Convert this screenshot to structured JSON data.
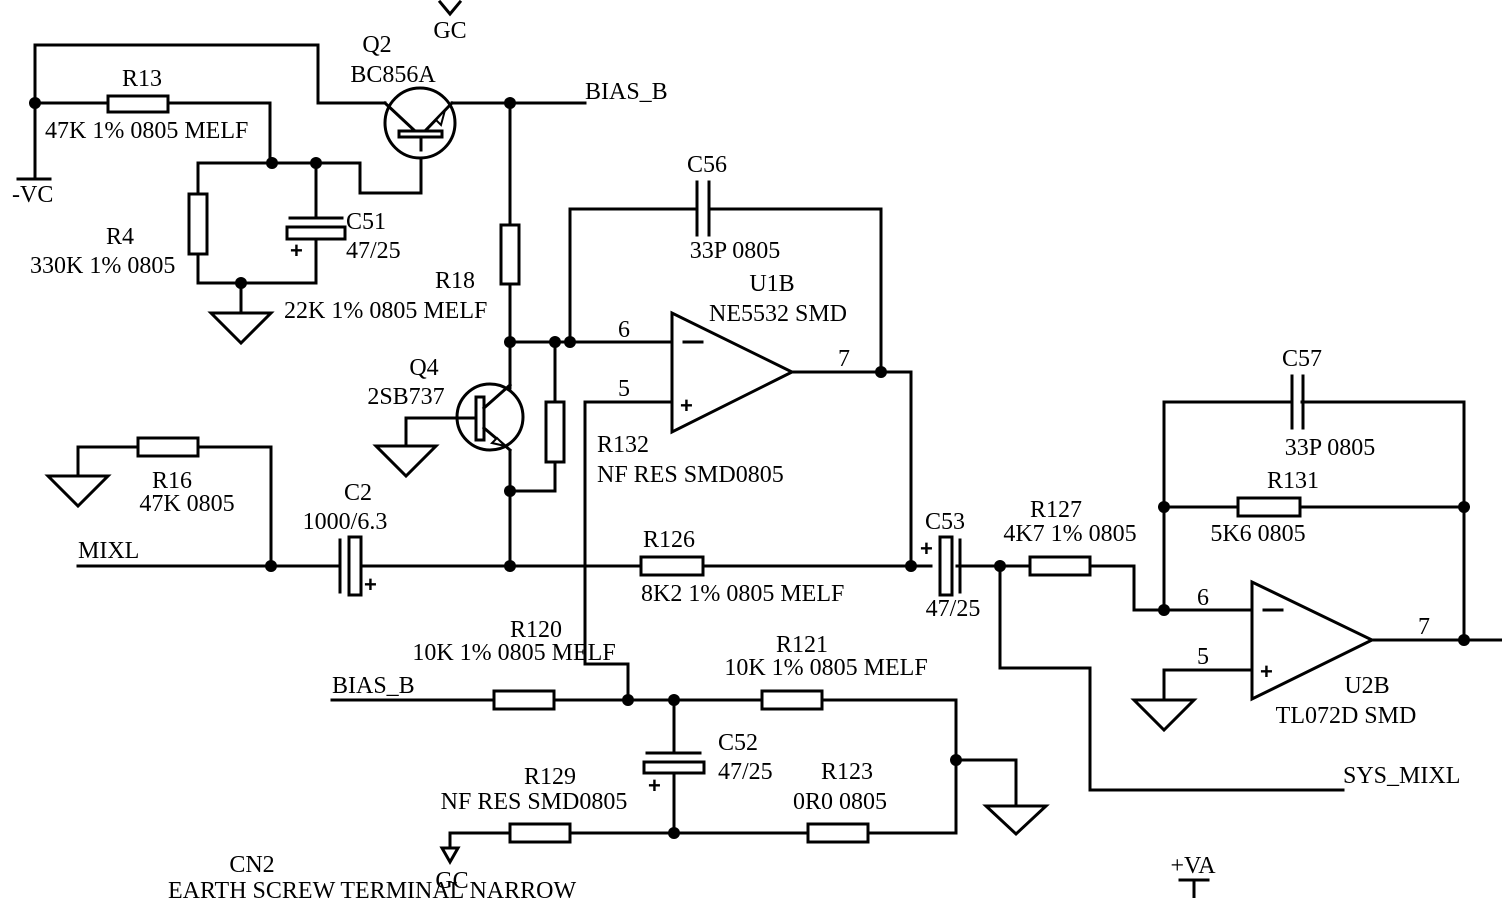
{
  "diagram": {
    "type": "electronic-schematic",
    "net_labels": {
      "bias_b_top": "BIAS_B",
      "bias_b_bottom": "BIAS_B",
      "mixl": "MIXL",
      "sys_mixl": "SYS_MIXL",
      "neg_vc": "-VC",
      "gc_top": "GC",
      "gc_bottom": "GC",
      "pos_va": "+VA"
    },
    "components": {
      "Q2": {
        "ref": "Q2",
        "value": "BC856A"
      },
      "Q4": {
        "ref": "Q4",
        "value": "2SB737"
      },
      "R13": {
        "ref": "R13",
        "value": "47K 1% 0805 MELF"
      },
      "R4": {
        "ref": "R4",
        "value": "330K 1% 0805"
      },
      "C51": {
        "ref": "C51",
        "value": "47/25"
      },
      "R18": {
        "ref": "R18",
        "value": "22K 1% 0805 MELF"
      },
      "C56": {
        "ref": "C56",
        "value": "33P 0805"
      },
      "U1B": {
        "ref": "U1B",
        "value": "NE5532 SMD",
        "pin_inv": "6",
        "pin_noninv": "5",
        "pin_out": "7"
      },
      "R132": {
        "ref": "R132",
        "value": "NF RES SMD0805"
      },
      "R16": {
        "ref": "R16",
        "value": "47K 0805"
      },
      "C2": {
        "ref": "C2",
        "value": "1000/6.3"
      },
      "R126": {
        "ref": "R126",
        "value": "8K2 1% 0805 MELF"
      },
      "C53": {
        "ref": "C53",
        "value": "47/25"
      },
      "R127": {
        "ref": "R127",
        "value": "4K7 1% 0805"
      },
      "C57": {
        "ref": "C57",
        "value": "33P 0805"
      },
      "R131": {
        "ref": "R131",
        "value": "5K6 0805"
      },
      "U2B": {
        "ref": "U2B",
        "value": "TL072D SMD",
        "pin_inv": "6",
        "pin_noninv": "5",
        "pin_out": "7"
      },
      "R120": {
        "ref": "R120",
        "value": "10K 1% 0805 MELF"
      },
      "R121": {
        "ref": "R121",
        "value": "10K 1% 0805 MELF"
      },
      "C52": {
        "ref": "C52",
        "value": "47/25"
      },
      "R129": {
        "ref": "R129",
        "value": "NF RES SMD0805"
      },
      "R123": {
        "ref": "R123",
        "value": "0R0 0805"
      },
      "CN2": {
        "ref": "CN2",
        "value": "EARTH SCREW TERMINAL NARROW"
      }
    },
    "symbols": {
      "plus": "+",
      "minus": "−"
    }
  }
}
